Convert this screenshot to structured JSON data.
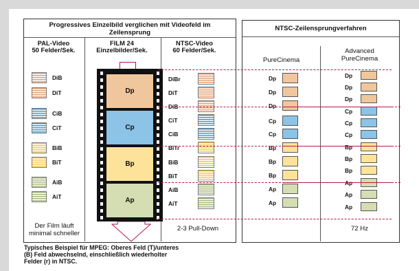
{
  "left_panel": {
    "title_line1": "Progressives Einzelbild verglichen mit Videofeld im",
    "title_line2": "Zeilensprung",
    "pal_header": [
      "PAL-Video",
      "50 Felder/Sek."
    ],
    "film_header": [
      "FILM 24",
      "Einzelbilder/Sek."
    ],
    "ntsc_header": [
      "NTSC-Video",
      "60 Felder/Sek."
    ],
    "pal_fields": [
      "DiB",
      "DiT",
      "CiB",
      "CiT",
      "BiB",
      "BiT",
      "AiB",
      "AiT"
    ],
    "film_frames": [
      "Dp",
      "Cp",
      "Bp",
      "Ap"
    ],
    "ntsc_fields": [
      "DiBr",
      "DiT",
      "DiB",
      "CiT",
      "CiB",
      "BiTr",
      "BiB",
      "BiT",
      "AiB",
      "AiT"
    ],
    "pal_footer": [
      "Der Film läuft",
      "minimal schneller"
    ],
    "ntsc_footer": "2-3 Pull-Down"
  },
  "right_panel": {
    "title": "NTSC-Zeilensprungverfahren",
    "purecinema_header": "PureCinema",
    "advanced_header": [
      "Advanced",
      "PureCinema"
    ],
    "purecinema_fields": [
      "Dp",
      "Dp",
      "Dp",
      "Cp",
      "Cp",
      "Bp",
      "Bp",
      "Bp",
      "Ap",
      "Ap"
    ],
    "advanced_fields": [
      "Dp",
      "Dp",
      "Dp",
      "Cp",
      "Cp",
      "Cp",
      "Bp",
      "Bp",
      "Bp",
      "Ap",
      "Ap",
      "Ap"
    ],
    "footer": "72 Hz"
  },
  "caption": [
    "Typisches Beispiel für MPEG: Oberes Feld (T)/unteres",
    "(B) Feld abwechselnd, einschließlich wiederholter",
    "Felder (r) in NTSC."
  ],
  "colors": {
    "D": "#f0c79c",
    "C": "#8cc3e6",
    "B": "#fde39a",
    "A": "#d4deb2",
    "dash": "#b1154e",
    "D_stripe": "#e3a070",
    "C_stripe": "#4a98cc",
    "B_stripe": "#f5c84a",
    "A_stripe": "#a7b878"
  }
}
